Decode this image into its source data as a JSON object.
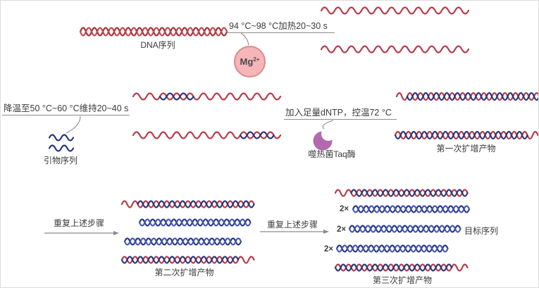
{
  "palette": {
    "red_a": "#9e2e35",
    "red_b": "#c4454e",
    "red_s": "#b73a46",
    "blue_a": "#27357f",
    "blue_b": "#4157b5",
    "connector": "#8c8c8c",
    "text": "#3b3b3b"
  },
  "top": {
    "dna_label": "DNA序列",
    "heat_condition": "94 °C~98 °C加热20~30 s",
    "mg_text": "Mg",
    "mg_sup": "2+",
    "mg_fill": "#f6b5b8",
    "mg_border": "#e08a8f"
  },
  "middle": {
    "cool_condition": "降温至50 °C~60 °C维持20~40 s",
    "primer_label": "引物序列",
    "dntp_condition": "加入足量dNTP，控温72 °C",
    "taq_label": "噬热菌Taq酶",
    "taq_color": "#b269ae",
    "product1_label": "第一次扩增产物"
  },
  "bottom": {
    "repeat_left": "重复上述步骤",
    "repeat_right": "重复上述步骤",
    "product2_label": "第二次扩增产物",
    "product3_label": "第三次扩增产物",
    "target_label": "目标序列",
    "multiplier": "2×"
  }
}
